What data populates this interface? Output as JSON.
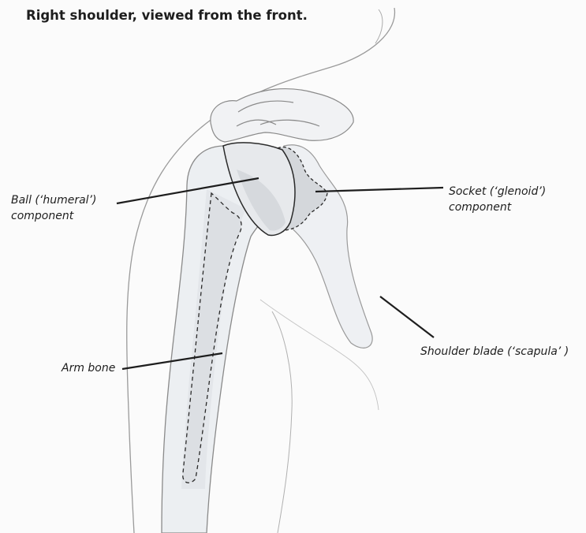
{
  "title": "Right shoulder, viewed from the front.",
  "labels": {
    "ball": {
      "line1": "Ball (‘humeral’)",
      "line2": "component"
    },
    "socket": {
      "line1": "Socket (‘glenoid’)",
      "line2": "component"
    },
    "scapula": {
      "text": "Shoulder blade (‘scapula’ )"
    },
    "arm_bone": {
      "text": "Arm bone"
    }
  },
  "colors": {
    "ink": "#1e1e1e",
    "outline": "#8a8a8a",
    "bone_fill": "#eceff2",
    "implant_fill": "#dadcdf",
    "background": "#fbfbfb"
  }
}
